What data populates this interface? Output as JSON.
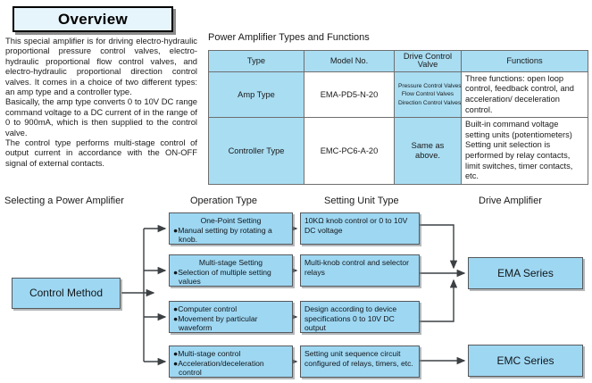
{
  "overview": {
    "banner_label": "Overview",
    "paragraphs": [
      "This special amplifier is for driving electro-hydraulic proportional pressure control valves, electro-hydraulic proportional flow control valves, and electro-hydraulic proportional direction control valves. It comes in a choice of two different types: an amp type and a controller type.",
      "Basically, the amp type converts 0 to 10V DC range command voltage to a DC current of in the range of 0 to 900mA, which is then supplied to the control valve.",
      "The control type performs multi-stage control of output current in accordance with the ON-OFF signal of external contacts."
    ]
  },
  "table": {
    "title": "Power Amplifier Types and Functions",
    "headers": [
      "Type",
      "Model No.",
      "Drive Control Valve",
      "Functions"
    ],
    "rows": [
      {
        "type": "Amp Type",
        "model": "EMA-PD5-N-20",
        "valves": [
          "Pressure Control Valves",
          "Flow Control Valves",
          "Direction Control Valves"
        ],
        "functions": "Three functions: open loop control, feedback control, and acceleration/ deceleration control."
      },
      {
        "type": "Controller Type",
        "model": "EMC-PC6-A-20",
        "valves": [
          "Same as",
          "above."
        ],
        "functions": "Built-in command voltage setting units (potentiometers) Setting unit selection is performed by relay contacts, limit switches, timer contacts, etc."
      }
    ]
  },
  "flow": {
    "column_headings": {
      "select": "Selecting a Power Amplifier",
      "operation": "Operation Type",
      "setting": "Setting Unit Type",
      "drive": "Drive Amplifier"
    },
    "control_method": "Control Method",
    "operation_boxes": [
      {
        "title": "One-Point Setting",
        "lines": [
          "●Manual setting by rotating a knob."
        ]
      },
      {
        "title": "Multi-stage Setting",
        "lines": [
          "●Selection of multiple setting values"
        ]
      },
      {
        "title": "",
        "lines": [
          "●Computer control",
          "●Movement by particular waveform"
        ]
      },
      {
        "title": "",
        "lines": [
          "●Multi-stage control",
          "●Acceleration/deceleration control"
        ]
      }
    ],
    "setting_boxes": [
      "10KΩ knob control or 0 to 10V DC voltage",
      "Multi-knob control and selector relays",
      "Design according to device specifications 0 to 10V DC output",
      "Setting unit sequence circuit configured of relays, timers, etc."
    ],
    "drive_boxes": [
      "EMA Series",
      "EMC Series"
    ]
  },
  "colors": {
    "box_fill": "#9ed7f2",
    "table_header_fill": "#a9ddf2",
    "banner_fill": "#e6f4fb",
    "line": "#3c4043",
    "text": "#1a1a1a"
  }
}
